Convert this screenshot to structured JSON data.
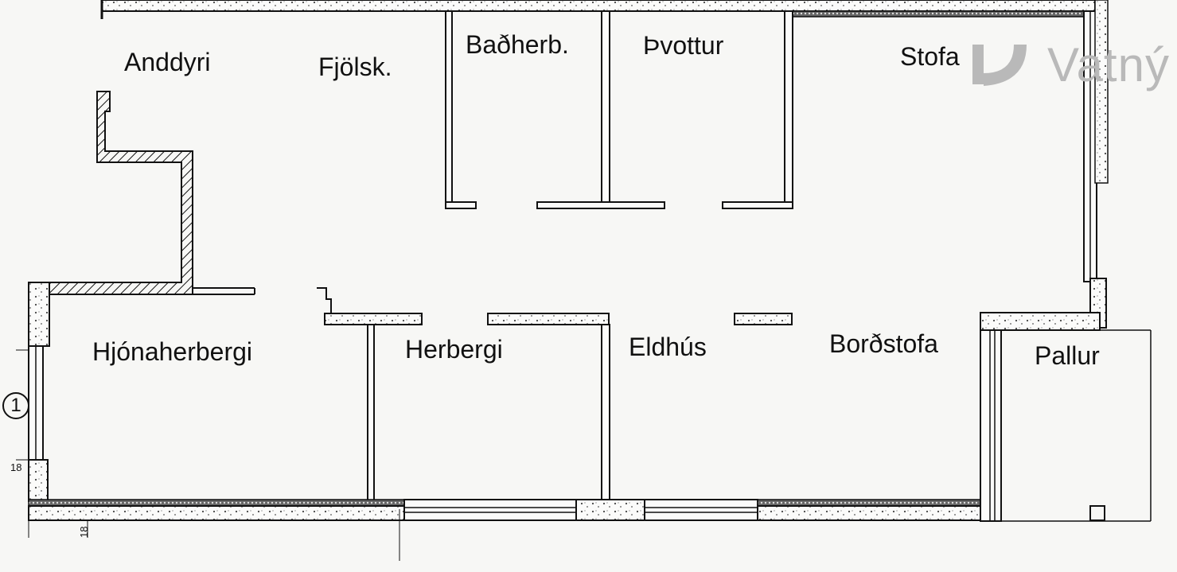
{
  "rooms": {
    "anddyri": "Anddyri",
    "fjolsk": "Fjölsk.",
    "badherb": "Baðherb.",
    "thvottur": "Þvottur",
    "stofa": "Stofa",
    "hjonaherbergi": "Hjónaherbergi",
    "herbergi": "Herbergi",
    "eldhus": "Eldhús",
    "bordstofa": "Borðstofa",
    "pallur": "Pallur"
  },
  "watermark": {
    "text": "Vatný",
    "logo": "vatny-logo-icon"
  },
  "axis_marker": "1",
  "dimensions": {
    "left_wall": "18",
    "bottom_wall": "18"
  },
  "colors": {
    "line": "#111111",
    "watermark": "#b9b9b9",
    "background": "#f7f7f5"
  }
}
